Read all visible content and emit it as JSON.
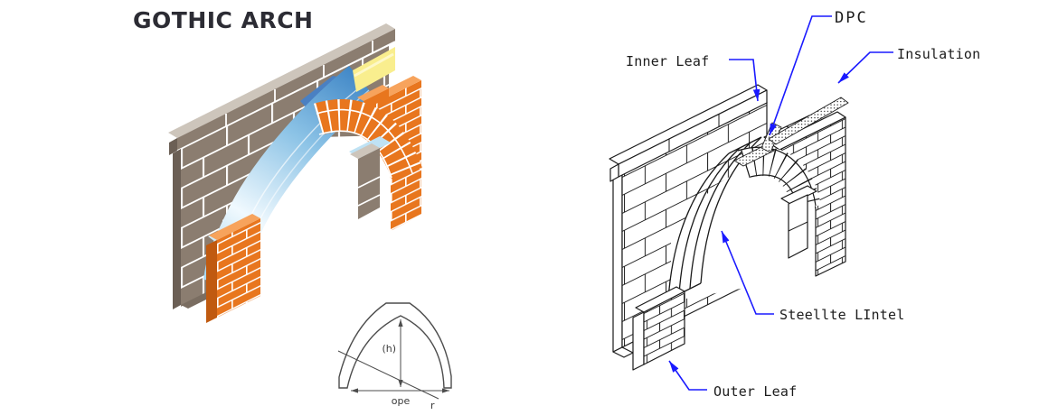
{
  "title": "GOTHIC ARCH",
  "colored_diagram": {
    "name": "Coloured isometric cutaway of a gothic arch cavity wall",
    "colors": {
      "block_face": "#8b7d70",
      "block_top": "#cdc5bb",
      "block_side": "#6b5f55",
      "block_bottom": "#7a6d61",
      "brick_face": "#e8761e",
      "brick_top": "#f7a35c",
      "brick_side": "#c05a10",
      "mortar": "#ffffff",
      "insulation_yellow": "#f9ee8e",
      "insulation_highlight": "#fdf8c8",
      "dpc_blue": "#4a80c2",
      "lintel_blue_dark": "#3f86c6",
      "lintel_blue_mid": "#8cc3e6",
      "lintel_blue_pale": "#f0f9fe",
      "lintel_blue_foot": "#a8d6ee",
      "lintel_soffit": "#bfe2f4",
      "lintel_top_face": "#cfeaf8"
    }
  },
  "geometry_diagram": {
    "height_label": "(h)",
    "opening_label": "ope",
    "radius_label": "r",
    "line_color": "#4d4d4d"
  },
  "line_diagram": {
    "name": "Line drawing of gothic arch cavity wall with annotations",
    "labels": {
      "dpc": "DPC",
      "inner_leaf": "Inner Leaf",
      "insulation": "Insulation",
      "lintel": "Steellte LIntel",
      "outer_leaf": "Outer Leaf"
    },
    "leader_color": "#1a1aff",
    "line_color": "#1a1a1a"
  }
}
